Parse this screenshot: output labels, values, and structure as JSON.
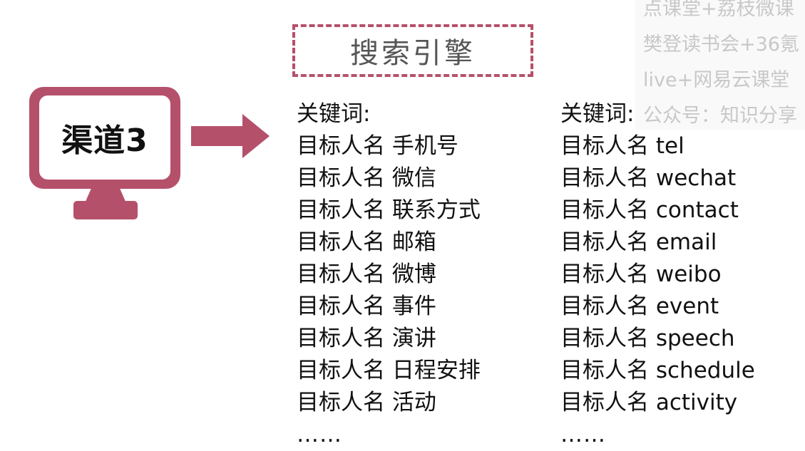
{
  "monitor": {
    "label": "渠道3",
    "color": "#b5506b"
  },
  "title": "搜索引擎",
  "left_column": {
    "header": "关键词:",
    "items": [
      "目标人名 手机号",
      "目标人名 微信",
      "目标人名 联系方式",
      "目标人名 邮箱",
      "目标人名 微博",
      "目标人名 事件",
      "目标人名 演讲",
      "目标人名 日程安排",
      "目标人名 活动"
    ],
    "ellipsis": "……"
  },
  "right_column": {
    "header": "关键词:",
    "items": [
      "目标人名 tel",
      "目标人名 wechat",
      "目标人名 contact",
      "目标人名 email",
      "目标人名 weibo",
      "目标人名 event",
      "目标人名 speech",
      "目标人名 schedule",
      "目标人名 activity"
    ],
    "ellipsis": "……"
  },
  "overlay": {
    "lines": [
      "点课堂+荔枝微课",
      "樊登读书会+36氪",
      "live+网易云课堂",
      "公众号：知识分享"
    ]
  }
}
